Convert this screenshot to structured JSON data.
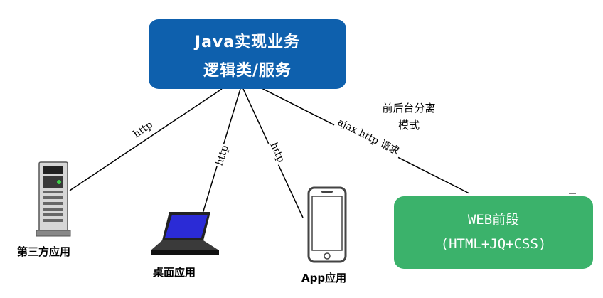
{
  "backend": {
    "line1": "Java实现业务",
    "line2": "逻辑类/服务"
  },
  "frontend": {
    "line1": "WEB前段",
    "line2": "(HTML+JQ+CSS)"
  },
  "edges": {
    "third_party": "http",
    "desktop": "http",
    "app": "http",
    "ajax": "ajax http 请求"
  },
  "mode_label": {
    "line1": "前后台分离",
    "line2": "模式"
  },
  "clients": {
    "third_party": "第三方应用",
    "desktop": "桌面应用",
    "app": "App应用"
  },
  "colors": {
    "backend": "#0e60ad",
    "frontend": "#3bb26b"
  }
}
